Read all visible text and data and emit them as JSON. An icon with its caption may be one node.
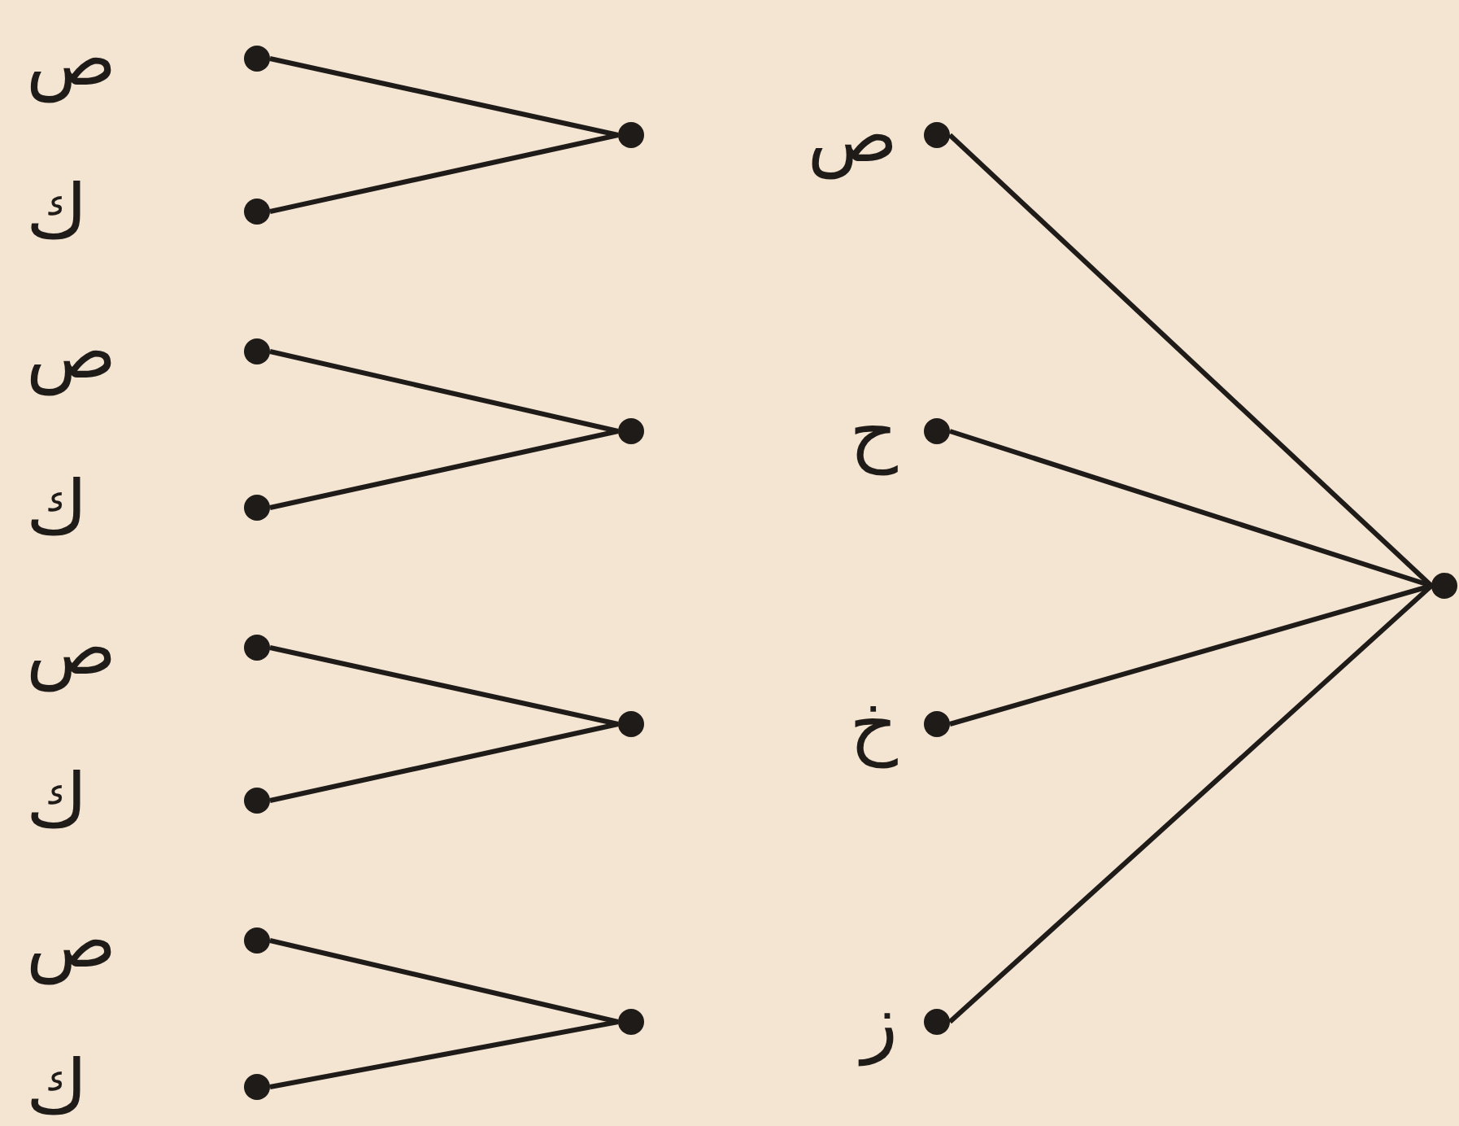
{
  "diagram": {
    "nodes": [
      {
        "text": [],
        "shape": "circle"
      },
      {
        "text": [
          "ص"
        ]
      },
      {
        "text": [
          "ح"
        ]
      },
      {
        "text": [
          "خ"
        ]
      },
      {
        "text": [
          "ز"
        ]
      },
      {
        "text": [
          "ص"
        ]
      },
      {
        "text": [
          "ك"
        ]
      },
      {
        "text": [
          "ص"
        ]
      },
      {
        "text": [
          "ك"
        ]
      },
      {
        "text": [
          "ص"
        ]
      },
      {
        "text": [
          "ك"
        ]
      },
      {
        "text": [
          "ص"
        ]
      },
      {
        "text": [
          "ك"
        ]
      }
    ],
    "edges": [
      {
        "from": 0,
        "to": 1,
        "arrow": "none"
      },
      {
        "from": 0,
        "to": 2,
        "arrow": "none"
      },
      {
        "from": 0,
        "to": 3,
        "arrow": "none"
      },
      {
        "from": 0,
        "to": 4,
        "arrow": "none"
      },
      {
        "from": 1,
        "to": 5,
        "arrow": "none"
      },
      {
        "from": 1,
        "to": 6,
        "arrow": "none"
      },
      {
        "from": 2,
        "to": 7,
        "arrow": "none"
      },
      {
        "from": 2,
        "to": 8,
        "arrow": "none"
      },
      {
        "from": 3,
        "to": 9,
        "arrow": "none"
      },
      {
        "from": 3,
        "to": 10,
        "arrow": "none"
      },
      {
        "from": 4,
        "to": 11,
        "arrow": "none"
      },
      {
        "from": 4,
        "to": 12,
        "arrow": "none"
      }
    ]
  }
}
